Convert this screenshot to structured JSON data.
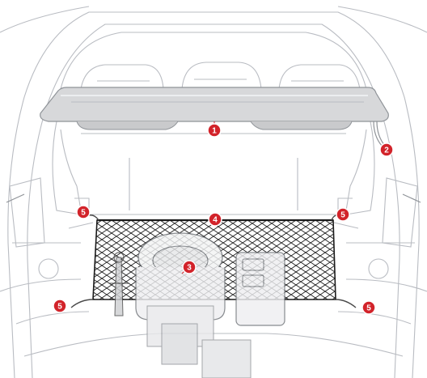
{
  "colors": {
    "callout_fill": "#d2232a",
    "callout_stroke": "#ffffff",
    "parcel_shelf": "#d7d8da",
    "net": "#1b1b1b",
    "outline": "#b9bcc2"
  },
  "callouts": [
    {
      "id": "parcel-shelf",
      "label": "1"
    },
    {
      "id": "shelf-strap",
      "label": "2"
    },
    {
      "id": "spare-wheel-tools",
      "label": "3"
    },
    {
      "id": "luggage-net",
      "label": "4"
    },
    {
      "id": "anchor-rear-left",
      "label": "5"
    },
    {
      "id": "anchor-rear-right",
      "label": "5"
    },
    {
      "id": "anchor-front-left",
      "label": "5"
    },
    {
      "id": "anchor-front-right",
      "label": "5"
    }
  ]
}
